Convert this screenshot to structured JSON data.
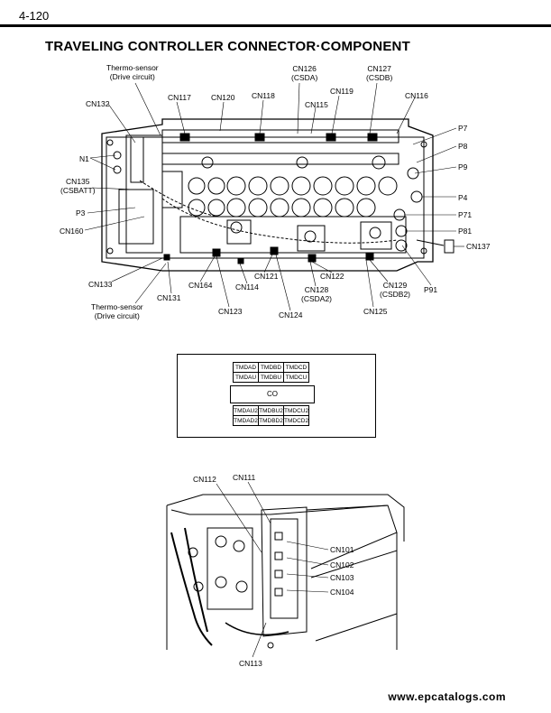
{
  "page": {
    "number": "4-120",
    "title": "TRAVELING CONTROLLER CONNECTOR·COMPONENT",
    "footer": "www.epcatalogs.com"
  },
  "top_diagram": {
    "labels": {
      "thermo_top": "Thermo-sensor",
      "thermo_top_sub": "(Drive circuit)",
      "cn132": "CN132",
      "cn117": "CN117",
      "cn120": "CN120",
      "cn118": "CN118",
      "cn126": "CN126",
      "cn126_sub": "(CSDA)",
      "cn127": "CN127",
      "cn127_sub": "(CSDB)",
      "cn119": "CN119",
      "cn116": "CN116",
      "cn115": "CN115",
      "n1": "N1",
      "cn135": "CN135",
      "cn135_sub": "(CSBATT)",
      "p3": "P3",
      "cn160": "CN160",
      "p7": "P7",
      "p8": "P8",
      "p9": "P9",
      "p4": "P4",
      "p71": "P71",
      "p81": "P81",
      "cn137": "CN137",
      "p91": "P91",
      "cn133": "CN133",
      "cn131": "CN131",
      "cn164": "CN164",
      "cn114": "CN114",
      "cn121": "CN121",
      "cn122": "CN122",
      "cn128": "CN128",
      "cn128_sub": "(CSDA2)",
      "cn129": "CN129",
      "cn129_sub": "(CSDB2)",
      "thermo_bottom": "Thermo-sensor",
      "thermo_bottom_sub": "(Drive circuit)",
      "cn123": "CN123",
      "cn124": "CN124",
      "cn125": "CN125"
    }
  },
  "layout_box": {
    "top_row1": [
      "TMDAD",
      "TMDBD",
      "TMDCD"
    ],
    "top_row2": [
      "TMDAU",
      "TMDBU",
      "TMDCU"
    ],
    "center": "CO",
    "bottom_row1": [
      "TMDAU2",
      "TMDBU2",
      "TMDCU2"
    ],
    "bottom_row2": [
      "TMDAD2",
      "TMDBD2",
      "TMDCD2"
    ]
  },
  "bottom_diagram": {
    "labels": {
      "cn112": "CN112",
      "cn111": "CN111",
      "cn101": "CN101",
      "cn102": "CN102",
      "cn103": "CN103",
      "cn104": "CN104",
      "cn113": "CN113"
    }
  }
}
